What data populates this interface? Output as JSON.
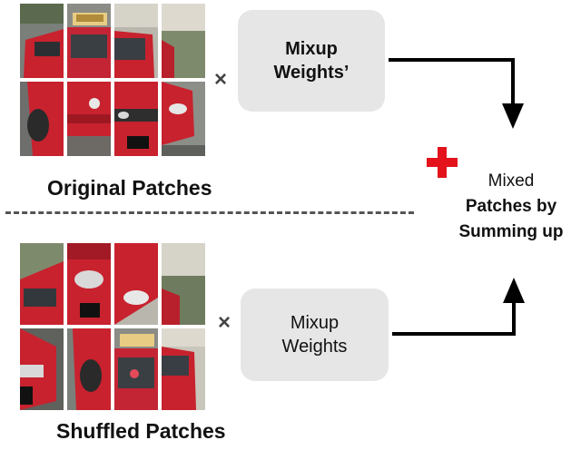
{
  "original": {
    "caption": "Original Patches",
    "patches": [
      "p1",
      "p2",
      "p3",
      "p4",
      "p5",
      "p6",
      "p7",
      "p8"
    ]
  },
  "shuffled": {
    "caption": "Shuffled Patches",
    "patches": [
      "s1",
      "s2",
      "s3",
      "s4",
      "s5",
      "s6",
      "s7",
      "s8"
    ]
  },
  "weights_top": {
    "line1": "Mixup",
    "line2": "Weights’"
  },
  "weights_bottom": {
    "line1": "Mixup",
    "line2": "Weights"
  },
  "times_symbol": "×",
  "result": {
    "line1": "Mixed",
    "line2": "Patches  by",
    "line3": "Summing up"
  },
  "colors": {
    "plus": "#e3121b",
    "box": "#e6e6e6",
    "car_red": "#c8222e"
  }
}
